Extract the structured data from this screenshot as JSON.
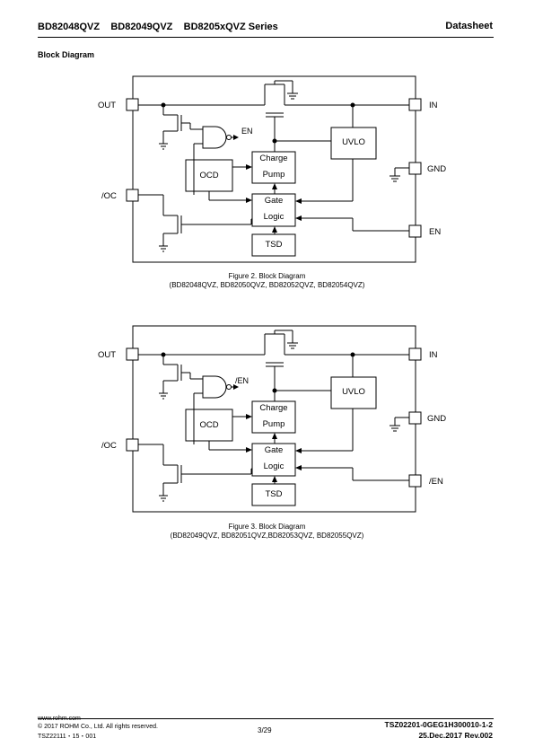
{
  "header": {
    "title": "BD82048QVZ    BD82049QVZ    BD8205xQVZ Series",
    "doc_type": "Datasheet"
  },
  "section_title": "Block Diagram",
  "figures": [
    {
      "pins": {
        "out": "OUT",
        "in": "IN",
        "gnd": "GND",
        "oc": "/OC",
        "en": "EN"
      },
      "blocks": {
        "uvlo": "UVLO",
        "charge": "Charge",
        "pump": "Pump",
        "ocd": "OCD",
        "gate": "Gate",
        "logic": "Logic",
        "tsd": "TSD"
      },
      "gate_input_label": "EN",
      "caption_line1": "Figure 2. Block Diagram",
      "caption_line2": "(BD82048QVZ, BD82050QVZ, BD82052QVZ, BD82054QVZ)"
    },
    {
      "pins": {
        "out": "OUT",
        "in": "IN",
        "gnd": "GND",
        "oc": "/OC",
        "en": "/EN"
      },
      "blocks": {
        "uvlo": "UVLO",
        "charge": "Charge",
        "pump": "Pump",
        "ocd": "OCD",
        "gate": "Gate",
        "logic": "Logic",
        "tsd": "TSD"
      },
      "gate_input_label": "/EN",
      "caption_line1": "Figure 3. Block Diagram",
      "caption_line2": "(BD82049QVZ, BD82051QVZ,BD82053QVZ, BD82055QVZ)"
    }
  ],
  "footer": {
    "website": "www.rohm.com",
    "copyright": "© 2017 ROHM Co., Ltd. All rights reserved.",
    "form_code": "TSZ22111・15・001",
    "page": "3/29",
    "doc_number": "TSZ02201-0GEG1H300010-1-2",
    "date_rev": "25.Dec.2017 Rev.002"
  }
}
